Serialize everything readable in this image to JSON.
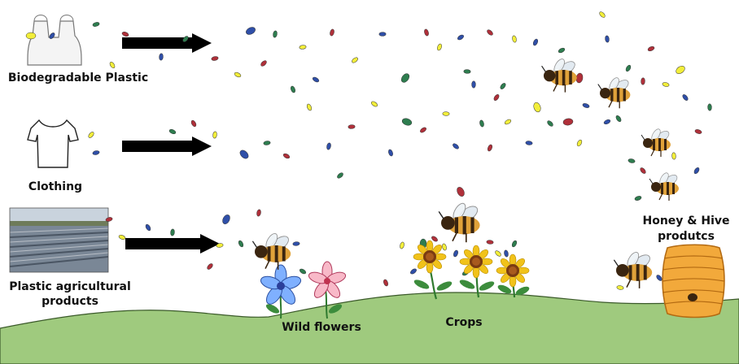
{
  "sources": [
    {
      "label": "Biodegradable Plastic",
      "icon": "plastic-bag-icon"
    },
    {
      "label": "Clothing",
      "icon": "tshirt-icon"
    },
    {
      "label_line1": "Plastic agricultural",
      "label_line2": "products",
      "icon": "agricultural-field-photo"
    }
  ],
  "destinations": {
    "wild_flowers": "Wild flowers",
    "crops": "Crops",
    "honey_line1": "Honey & Hive",
    "honey_line2": "produtcs"
  },
  "colors": {
    "ground": "#9fca7e",
    "arrow": "#000000",
    "particle_red": "#b0303a",
    "particle_green": "#2e7d4f",
    "particle_blue": "#2f4fa8",
    "particle_yellow": "#f2ee3a",
    "hive": "#f2a93b",
    "sunflower": "#f1c21a"
  }
}
